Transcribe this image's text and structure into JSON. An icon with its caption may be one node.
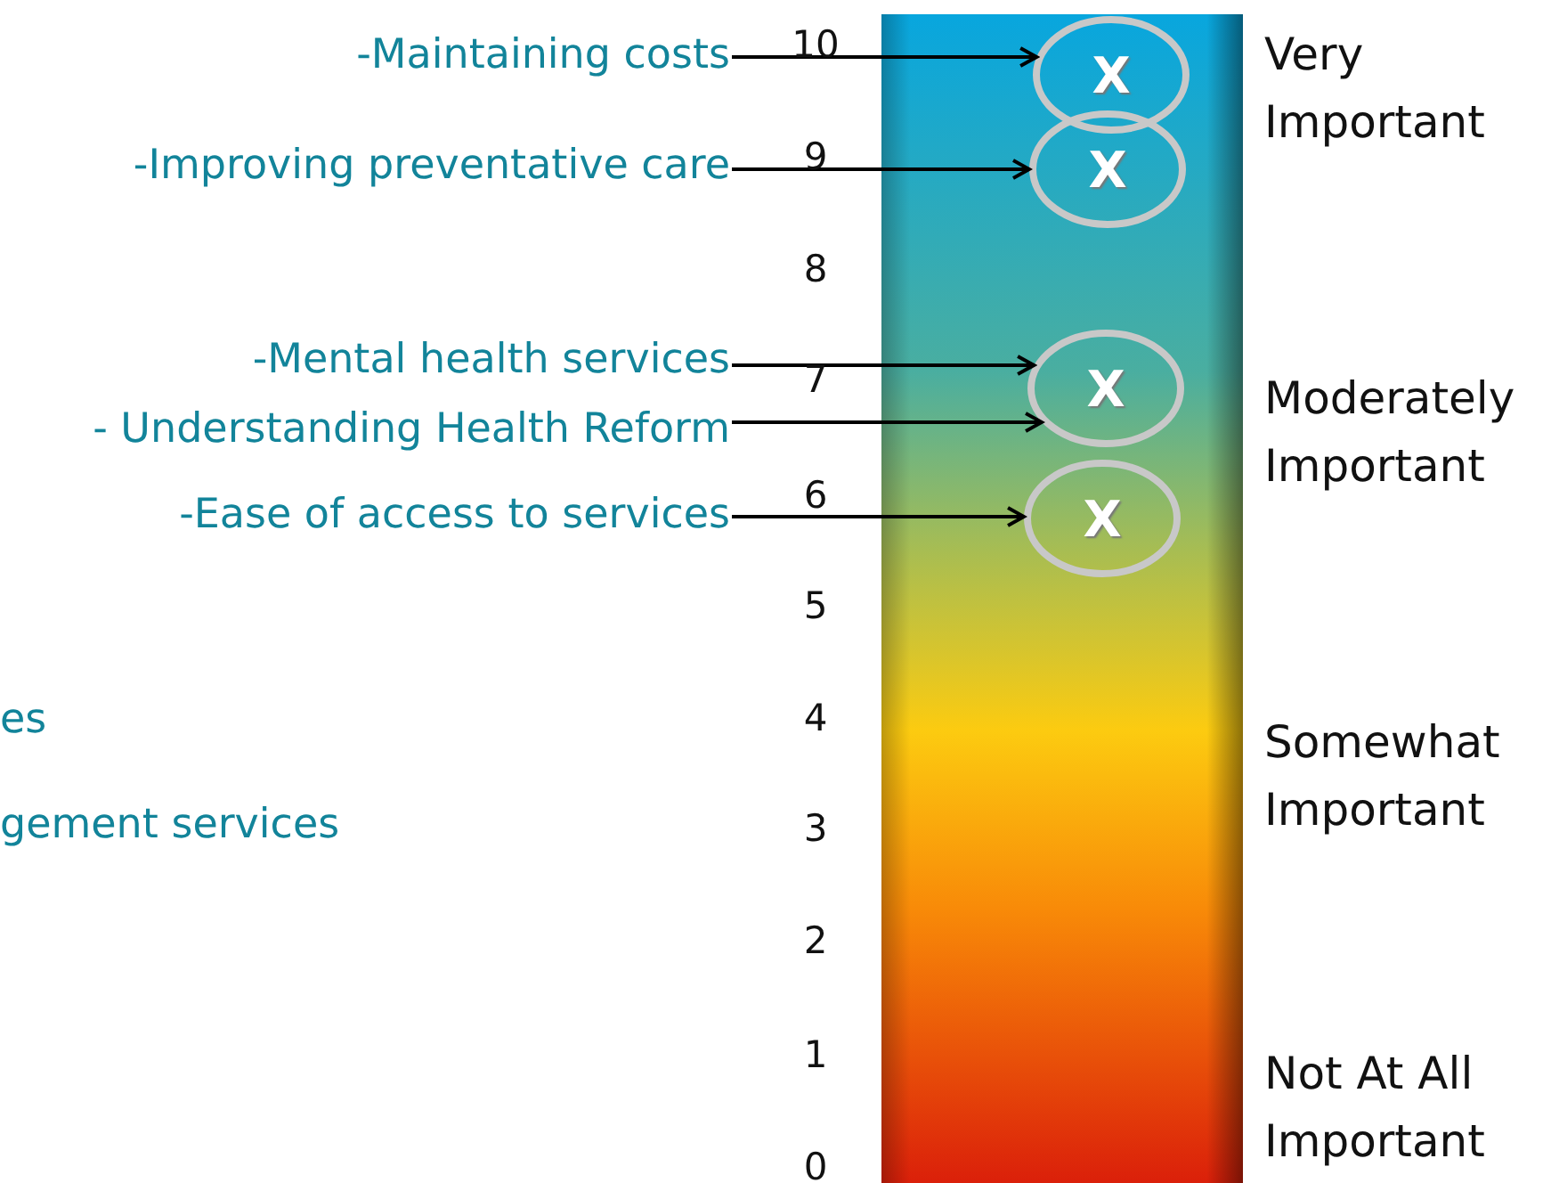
{
  "diagram": {
    "nodes": [
      {
        "text": [],
        "shape": "bar"
      },
      {
        "text": [
          "X"
        ],
        "in": 0
      },
      {
        "text": [
          "X"
        ],
        "in": 0
      },
      {
        "text": [
          "X"
        ],
        "in": 0
      },
      {
        "text": [
          "X"
        ],
        "in": 0
      },
      {
        "text": [
          "-Maintaining costs"
        ]
      },
      {
        "text": [
          "-Improving preventative care"
        ]
      },
      {
        "text": [
          "-Mental health services"
        ]
      },
      {
        "text": [
          "- Understanding Health Reform"
        ]
      },
      {
        "text": [
          "-Ease of access to services"
        ]
      }
    ],
    "edges": [
      {
        "from": 5,
        "to": 1,
        "arrow": "to"
      },
      {
        "from": 6,
        "to": 2,
        "arrow": "to"
      },
      {
        "from": 7,
        "to": 3,
        "arrow": "to"
      },
      {
        "from": 8,
        "to": 3,
        "arrow": "to"
      },
      {
        "from": 9,
        "to": 4,
        "arrow": "to"
      }
    ],
    "labels": [
      "10",
      "Very Important",
      "9",
      "8",
      "7",
      "Moderately Important",
      "6",
      "5",
      "es",
      "4",
      "Somewhat Important",
      "gement services",
      "3",
      "2",
      "1",
      "Not At All Important",
      "0"
    ]
  }
}
